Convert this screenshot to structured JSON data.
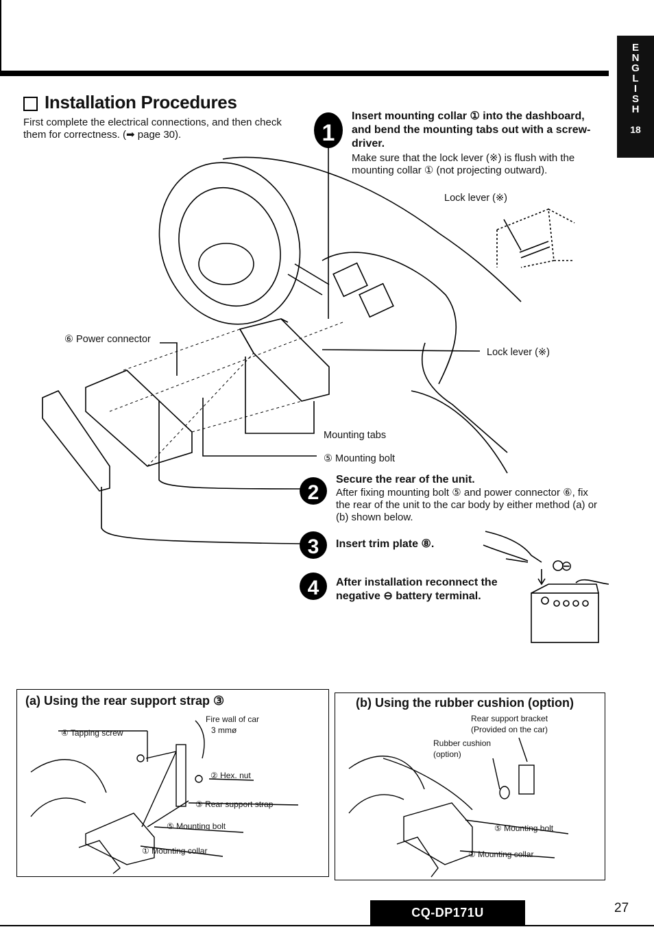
{
  "side_tab": {
    "letters": [
      "E",
      "N",
      "G",
      "L",
      "I",
      "S",
      "H"
    ],
    "page": "18"
  },
  "section_title": "Installation Procedures",
  "intro": "First complete the electrical connections, and then check them for correctness. (➡ page 30).",
  "steps": [
    {
      "num": "1",
      "heading": "Insert mounting collar ① into the dashboard, and bend the mounting tabs out with a screw-driver.",
      "body": "Make sure that the lock lever (※) is flush with the mounting collar ① (not projecting outward)."
    },
    {
      "num": "2",
      "heading": "Secure the rear of the unit.",
      "body": "After fixing mounting bolt ⑤ and power connector ⑥, fix the rear of the unit to the car body by either method (a) or (b) shown below."
    },
    {
      "num": "3",
      "heading": "Insert trim plate ⑧.",
      "body": ""
    },
    {
      "num": "4",
      "heading": "After installation reconnect the negative ⊖ battery terminal.",
      "body": ""
    }
  ],
  "labels": {
    "lock_lever_top": "Lock lever (※)",
    "lock_lever_right": "Lock lever (※)",
    "power_connector": "⑥ Power connector",
    "mounting_tabs": "Mounting tabs",
    "mounting_bolt": "⑤ Mounting bolt",
    "minus_sign": "⊖"
  },
  "panel_a": {
    "title": "(a) Using the rear support strap ③",
    "fire_wall": "Fire wall of car",
    "mm": "3 mmø",
    "tapping_screw": "④ Tapping screw",
    "hex_nut": "② Hex. nut",
    "rear_strap": "③ Rear support strap",
    "mounting_bolt": "⑤ Mounting bolt",
    "mounting_collar": "① Mounting collar"
  },
  "panel_b": {
    "title": "(b) Using the rubber cushion (option)",
    "bracket1": "Rear support bracket",
    "bracket2": "(Provided on the car)",
    "cushion1": "Rubber cushion",
    "cushion2": "(option)",
    "mounting_bolt": "⑤ Mounting bolt",
    "mounting_collar": "① Mounting collar"
  },
  "footer": {
    "model": "CQ-DP171U",
    "page_number": "27"
  }
}
